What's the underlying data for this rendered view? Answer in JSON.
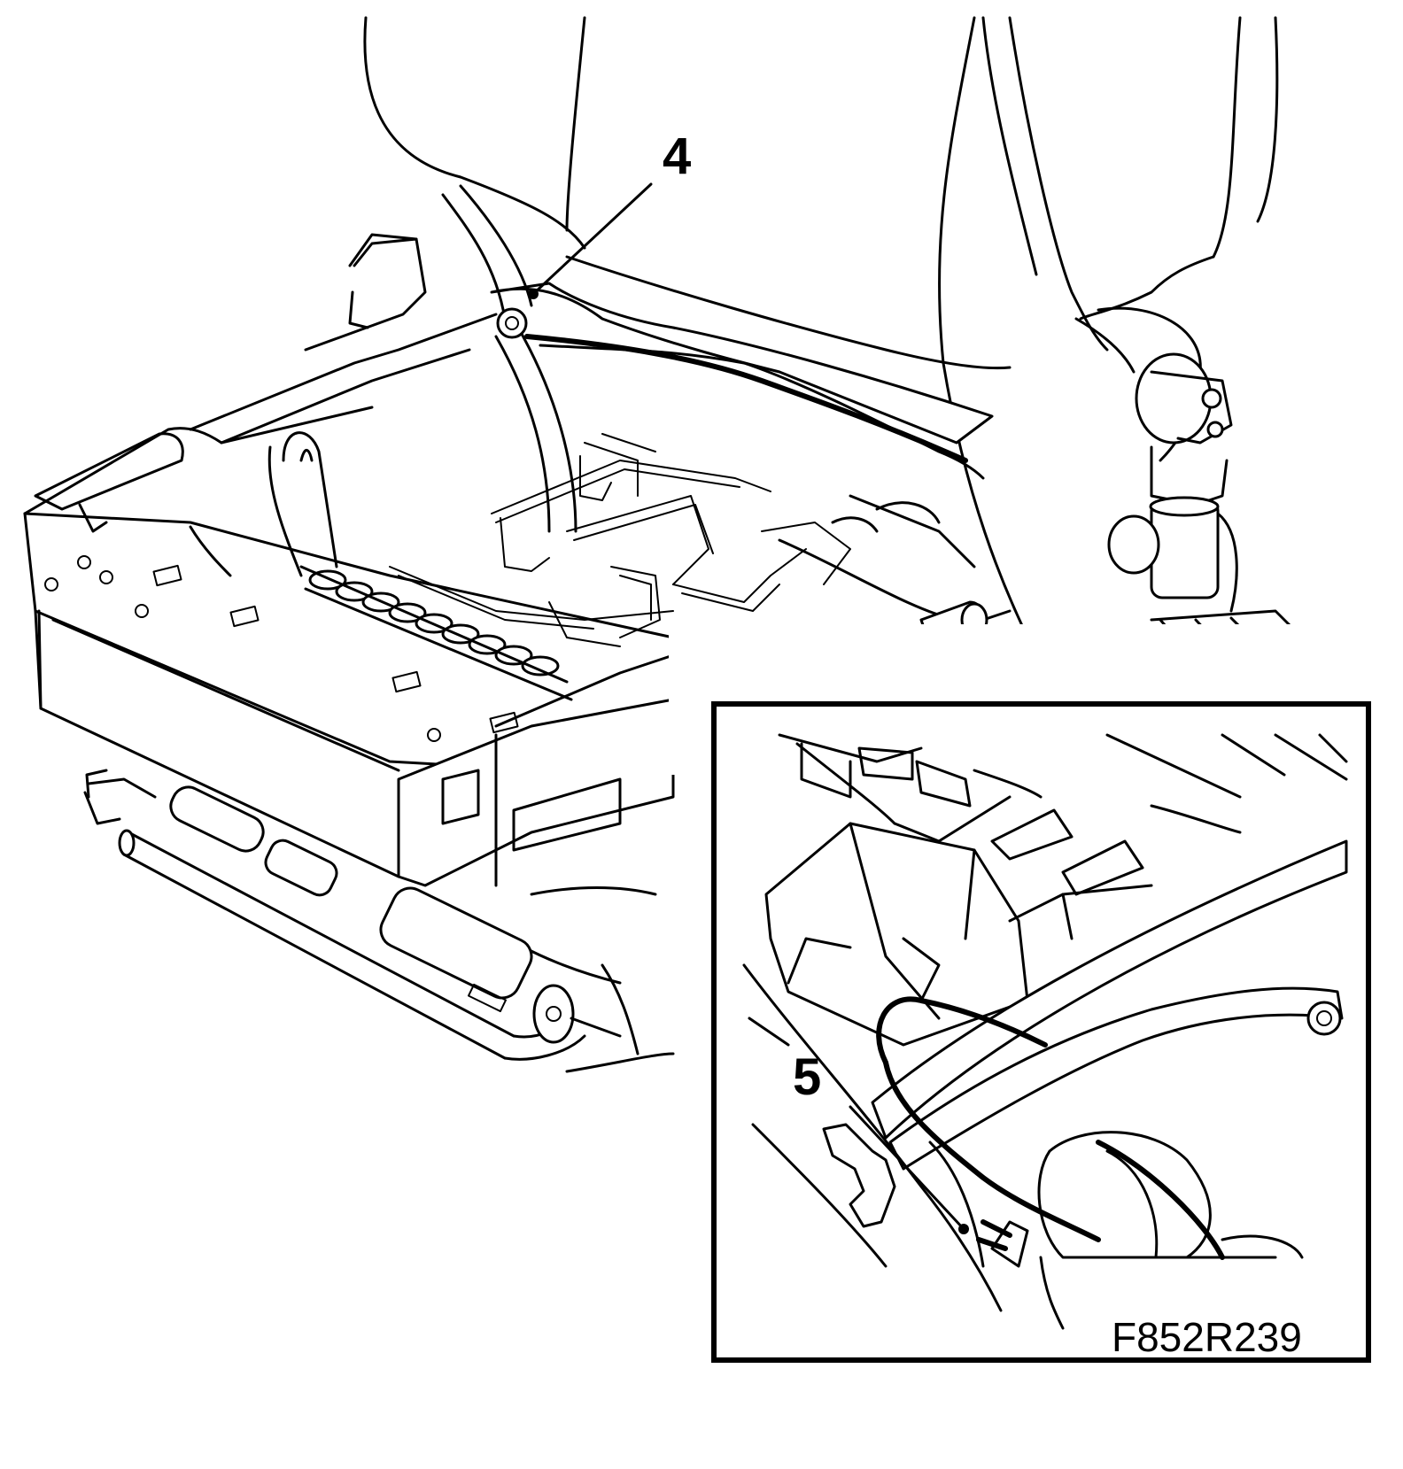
{
  "figure": {
    "id": "F852R239",
    "callouts": [
      "4",
      "5"
    ]
  },
  "colors": {
    "line": "#000000",
    "background": "#ffffff"
  },
  "icons": {
    "main_view": "seat-frame-drawing",
    "inset_view": "wiring-harness-detail"
  }
}
